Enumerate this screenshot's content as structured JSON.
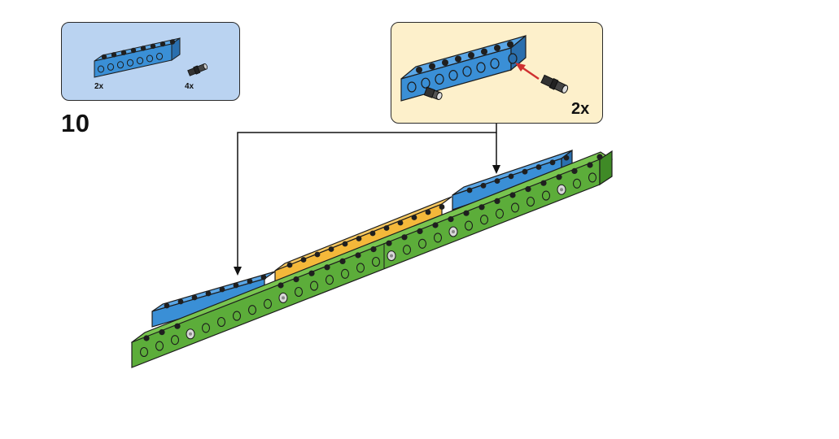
{
  "step": {
    "number": "10"
  },
  "parts_list": {
    "beam": {
      "quantity": "2x",
      "color": "#3a8fd6"
    },
    "pin": {
      "quantity": "4x",
      "color": "#2b2b2b"
    }
  },
  "sub_assembly": {
    "quantity": "2x",
    "beam_color": "#3a8fd6",
    "arrow_color": "#d03030",
    "background": "#fdf0cb"
  },
  "colors": {
    "parts_panel_bg": "#bad3f1",
    "green_beam": "#5cad3a",
    "orange_beam": "#f4b83a",
    "blue_beam": "#3a8fd6"
  }
}
